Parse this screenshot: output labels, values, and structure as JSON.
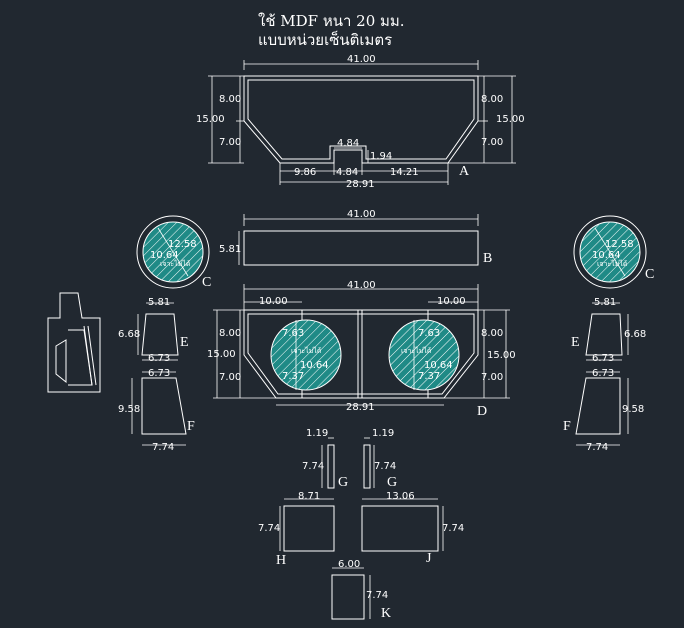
{
  "title": {
    "line1": "ใช้ MDF หนา 20 มม.",
    "line2": "แบบหน่วยเซ็นติเมตร"
  },
  "colors": {
    "background": "#212830",
    "lines": "#ffffff",
    "hole_fill": "#1f8a86"
  },
  "part_a": {
    "label": "A",
    "width": "41.00",
    "h_total": "15.00",
    "h_top": "8.00",
    "h_bottom": "7.00",
    "h_total_right": "15.00",
    "h_top_right": "8.00",
    "h_bottom_right": "7.00",
    "notch_width": "4.84",
    "notch_bottom": "4.84",
    "notch_depth": "1.94",
    "bottom_left": "9.86",
    "bottom_right": "14.21",
    "bottom_total": "28.91"
  },
  "part_b": {
    "label": "B",
    "width": "41.00",
    "height": "5.81"
  },
  "circle_left": {
    "label": "C",
    "outer": "12.58",
    "inner": "10.64",
    "note": "เจาะไม่ได้"
  },
  "circle_right": {
    "label": "C",
    "outer": "12.58",
    "inner": "10.64",
    "note": "เจาะไม่ได้"
  },
  "part_d": {
    "label": "D",
    "width": "41.00",
    "inner_left": "10.00",
    "inner_right": "10.00",
    "h_total": "15.00",
    "h_top": "8.00",
    "h_bottom": "7.00",
    "h_total_right": "15.00",
    "h_top_right": "8.00",
    "h_bottom_right": "7.00",
    "bottom": "28.91",
    "hole_left": {
      "d": "10.64",
      "top": "7.63",
      "bottom": "7.37",
      "note": "เจาะไม่ได้"
    },
    "hole_right": {
      "d": "10.64",
      "top": "7.63",
      "bottom": "7.37",
      "note": "เจาะไม่ได้"
    }
  },
  "part_e_left": {
    "label": "E",
    "top": "5.81",
    "height": "6.68",
    "bottom": "6.73"
  },
  "part_e_right": {
    "label": "E",
    "top": "5.81",
    "height": "6.68",
    "bottom": "6.73"
  },
  "part_f_left": {
    "label": "F",
    "top": "6.73",
    "height": "9.58",
    "bottom": "7.74"
  },
  "part_f_right": {
    "label": "F",
    "top": "6.73",
    "height": "9.58",
    "bottom": "7.74"
  },
  "part_g_left": {
    "label": "G",
    "width": "1.19",
    "height": "7.74"
  },
  "part_g_right": {
    "label": "G",
    "width": "1.19",
    "height": "7.74"
  },
  "part_h": {
    "label": "H",
    "width": "8.71",
    "height": "7.74"
  },
  "part_j": {
    "label": "J",
    "width": "13.06",
    "height": "7.74"
  },
  "part_k": {
    "label": "K",
    "width": "6.00",
    "height": "7.74"
  }
}
